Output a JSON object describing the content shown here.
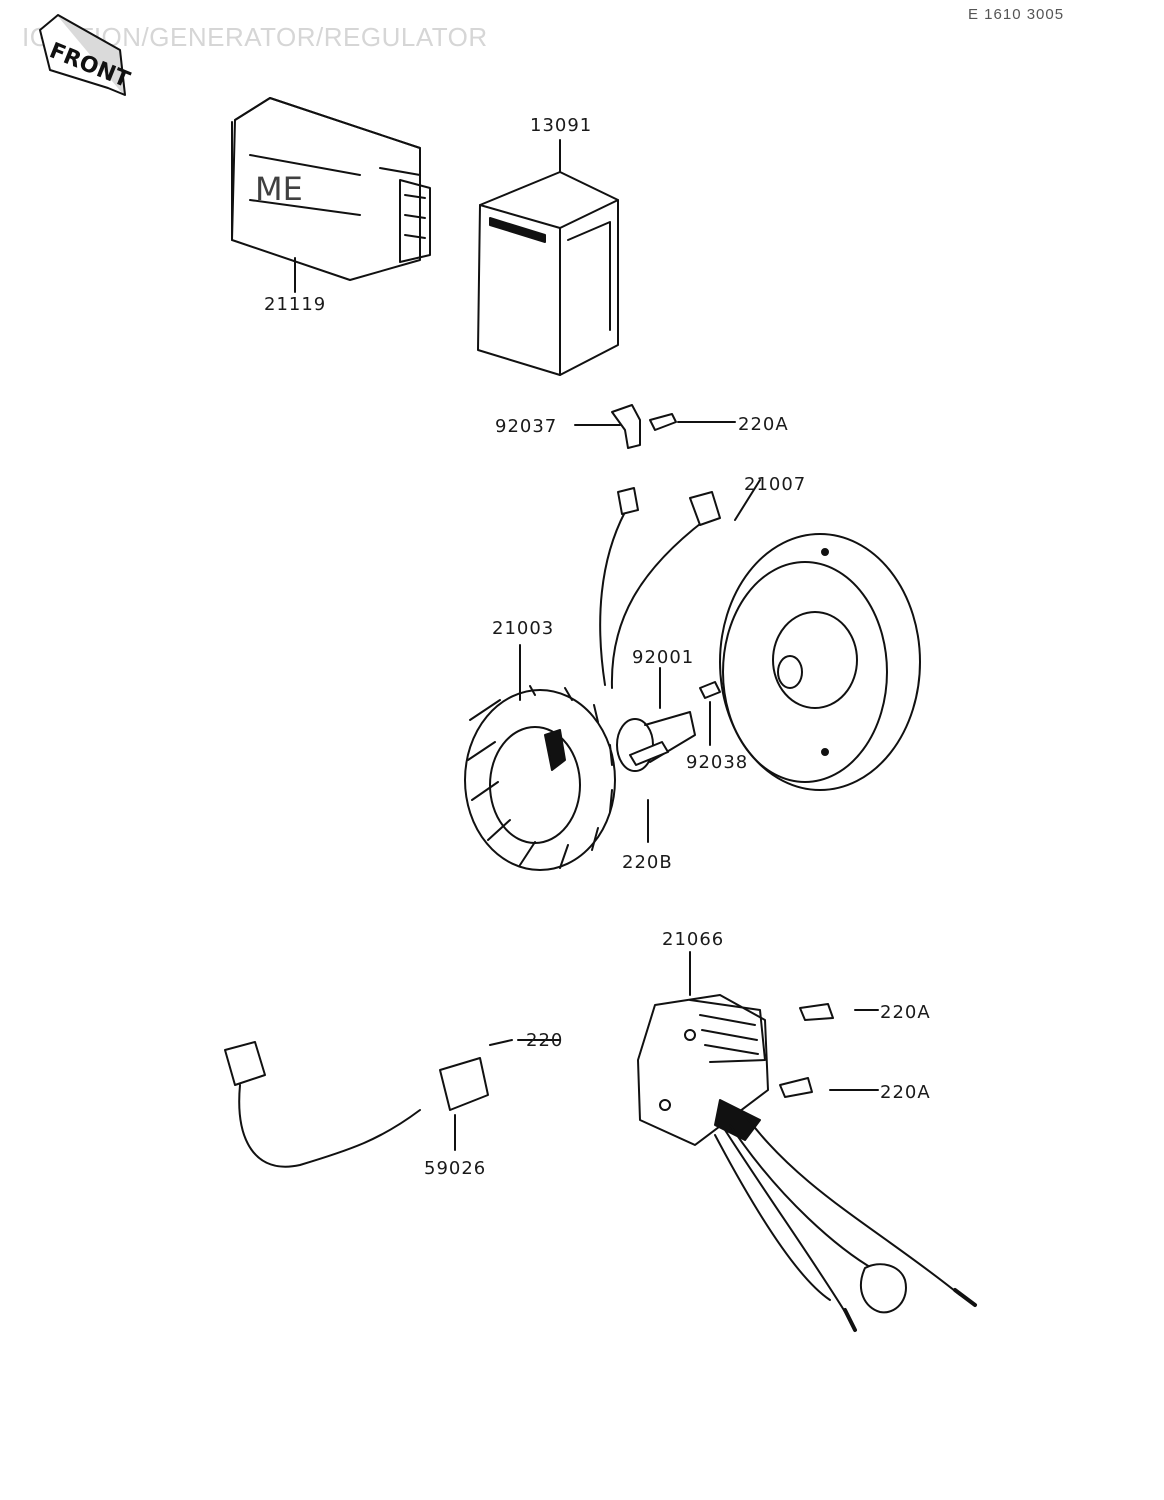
{
  "header": {
    "title": "IGNITION/GENERATOR/REGULATOR",
    "ref_code": "E 1610 3005",
    "front_badge": "FRONT"
  },
  "parts": {
    "p21119": "21119",
    "p13091": "13091",
    "p92037": "92037",
    "p220a_top": "220A",
    "p21007": "21007",
    "p21003": "21003",
    "p92001": "92001",
    "p92038": "92038",
    "p220b": "220B",
    "p21066": "21066",
    "p220a_mid": "220A",
    "p220a_low": "220A",
    "p220": "220",
    "p59026": "59026"
  }
}
